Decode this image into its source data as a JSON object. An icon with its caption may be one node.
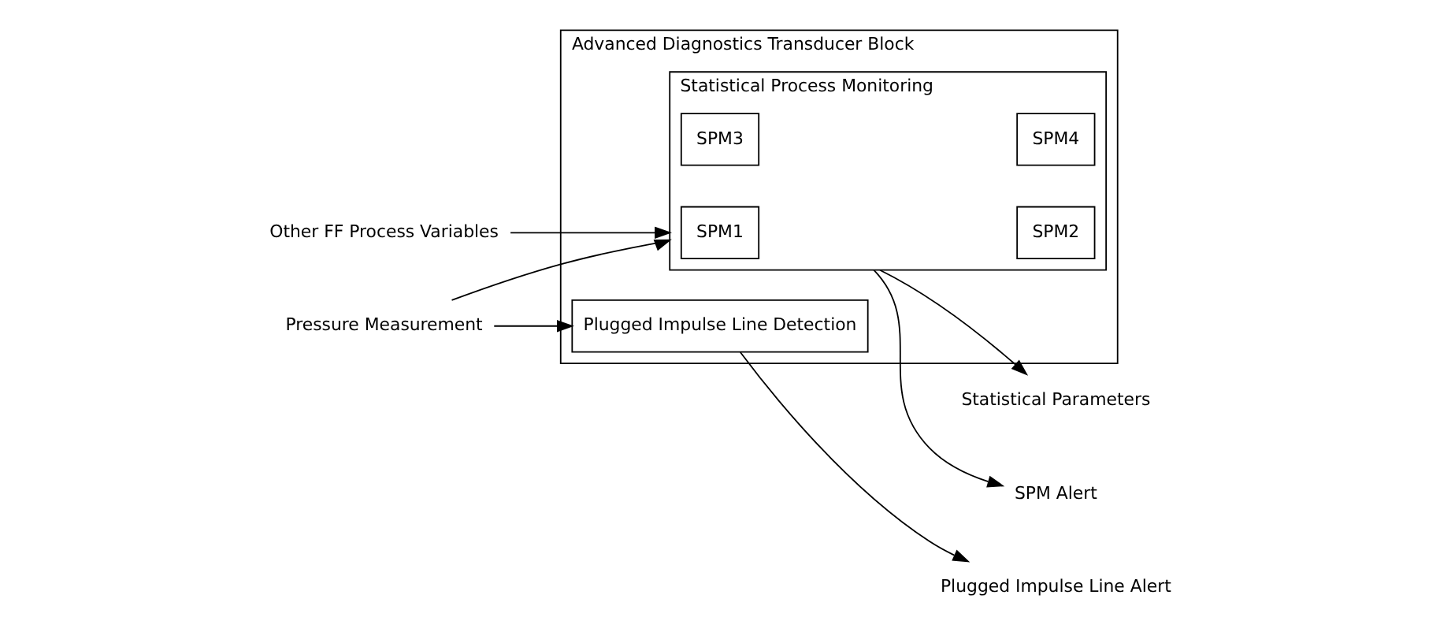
{
  "diagram": {
    "nodes": [
      {
        "text": [
          "Advanced Diagnostics Transducer Block"
        ]
      },
      {
        "text": [
          "Plugged Impulse Line Detection"
        ],
        "in": 0
      },
      {
        "text": [
          "Statistical Process Monitoring"
        ],
        "in": 0
      },
      {
        "text": [
          "SPM1"
        ],
        "in": 2
      },
      {
        "text": [
          "SPM2"
        ],
        "in": 2
      },
      {
        "text": [
          "SPM3"
        ],
        "in": 2
      },
      {
        "text": [
          "SPM4"
        ],
        "in": 2
      },
      {
        "text": [
          "Pressure Measurement"
        ]
      },
      {
        "text": [
          "Other FF Process Variables"
        ]
      },
      {
        "text": [
          "Plugged Impulse Line Alert"
        ]
      },
      {
        "text": [
          "SPM Alert"
        ]
      },
      {
        "text": [
          "Statistical Parameters"
        ]
      }
    ],
    "edges": [
      {
        "from": 7,
        "to": 1,
        "arrow": "to"
      },
      {
        "from": 7,
        "to": 2,
        "arrow": "to"
      },
      {
        "from": 8,
        "to": 2,
        "arrow": "to"
      },
      {
        "from": 1,
        "to": 9,
        "arrow": "to"
      },
      {
        "from": 2,
        "to": 10,
        "arrow": "to"
      },
      {
        "from": 2,
        "to": 11,
        "arrow": "to"
      }
    ]
  }
}
